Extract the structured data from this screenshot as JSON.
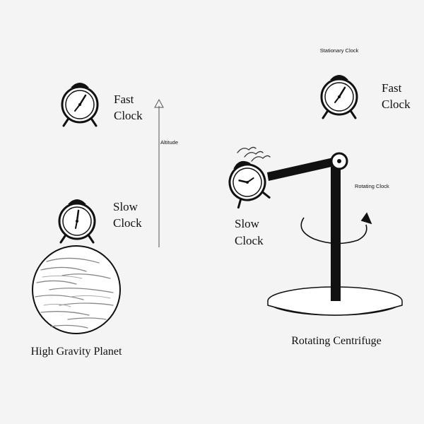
{
  "left_panel": {
    "top_clock": {
      "label_line1": "Fast",
      "label_line2": "Clock"
    },
    "altitude_label": "Altitude",
    "bottom_clock": {
      "label_line1": "Slow",
      "label_line2": "Clock"
    },
    "caption": "High Gravity Planet"
  },
  "right_panel": {
    "stationary_label": "Stationary Clock",
    "stationary_clock": {
      "label_line1": "Fast",
      "label_line2": "Clock"
    },
    "rotating_label": "Rotating Clock",
    "rotating_clock": {
      "label_line1": "Slow",
      "label_line2": "Clock"
    },
    "caption": "Rotating Centrifuge"
  }
}
